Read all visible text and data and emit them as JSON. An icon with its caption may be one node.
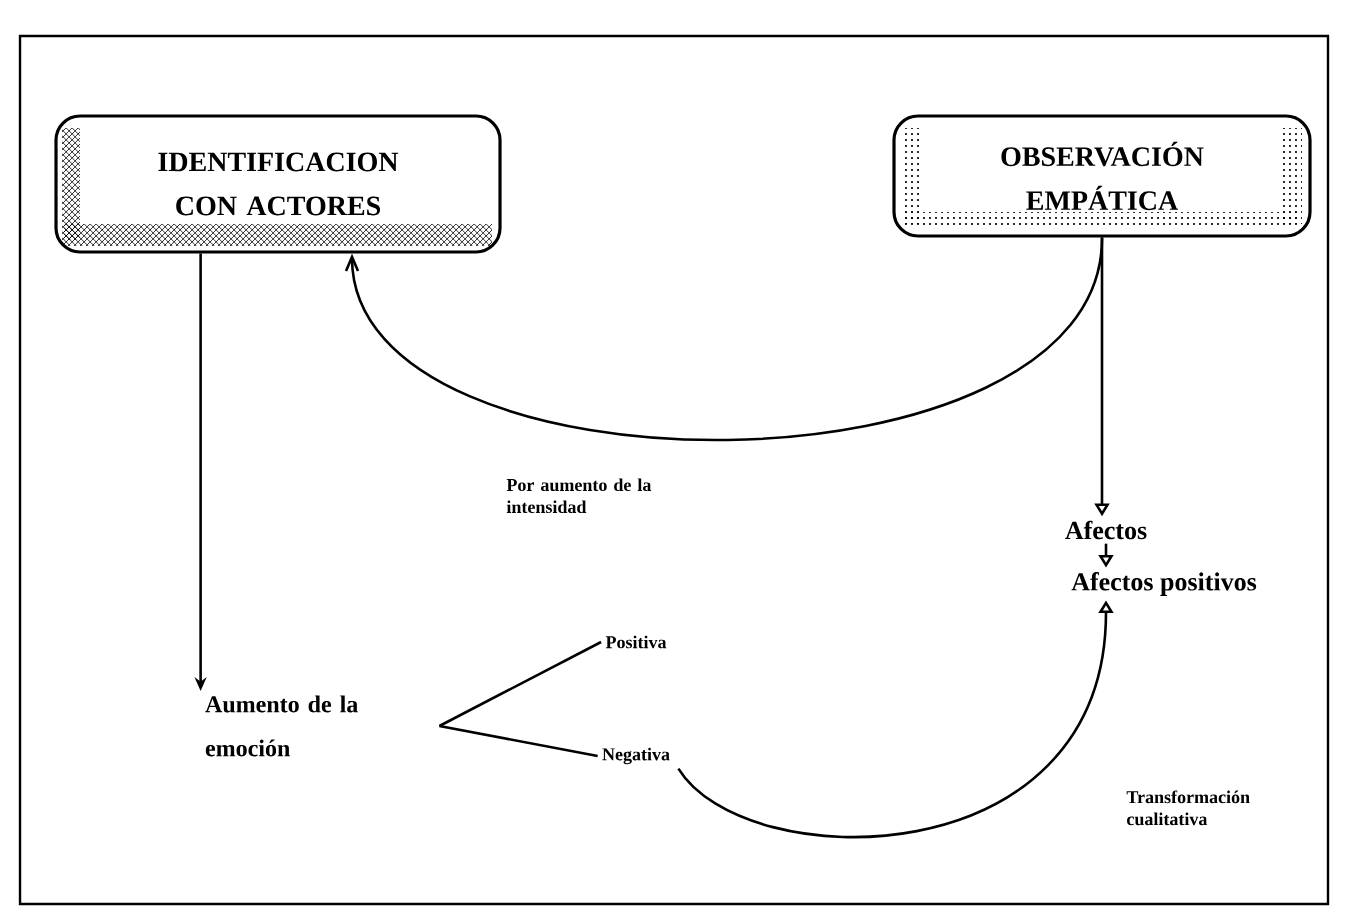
{
  "diagram": {
    "nodes": [
      {
        "text": [
          "IDENTIFICACION CON ACTORES"
        ]
      },
      {
        "text": [
          "OBSERVACIÓN EMPÁTICA"
        ]
      },
      {
        "text": [
          "Afectos"
        ]
      },
      {
        "text": [
          "Afectos positivos"
        ]
      },
      {
        "text": [
          "Aumento de la emoción"
        ]
      },
      {
        "text": [
          "Positiva"
        ]
      },
      {
        "text": [
          "Negativa"
        ]
      }
    ],
    "edges": [
      {
        "from": 0,
        "to": 4,
        "arrow": "to"
      },
      {
        "from": 1,
        "to": 0,
        "arrow": "to",
        "label": "Por aumento de la intensidad"
      },
      {
        "from": 1,
        "to": 2,
        "arrow": "to"
      },
      {
        "from": 2,
        "to": 3,
        "arrow": "to"
      },
      {
        "from": 4,
        "to": 5,
        "arrow": "none"
      },
      {
        "from": 4,
        "to": 6,
        "arrow": "none"
      },
      {
        "from": 6,
        "to": 3,
        "arrow": "to",
        "label": "Transformación cualitativa"
      }
    ]
  }
}
